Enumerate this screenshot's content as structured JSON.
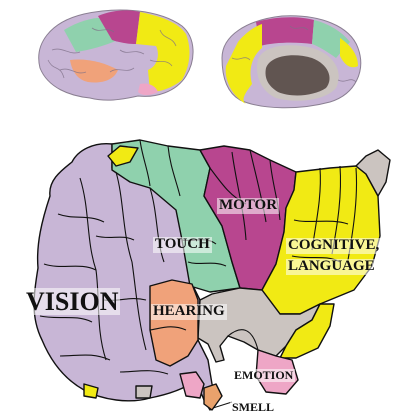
{
  "regions": [
    {
      "id": "vision",
      "label": "VISION",
      "color": "#c8b6d6"
    },
    {
      "id": "touch",
      "label": "TOUCH",
      "color": "#8fd1ad"
    },
    {
      "id": "motor",
      "label": "MOTOR",
      "color": "#b8468f"
    },
    {
      "id": "cognitive",
      "label_line1": "COGNITIVE,",
      "label_line2": "LANGUAGE",
      "color": "#f1ea14"
    },
    {
      "id": "hearing",
      "label": "HEARING",
      "color": "#f0a27a"
    },
    {
      "id": "emotion",
      "label": "EMOTION",
      "color": "#eea6c6"
    },
    {
      "id": "smell",
      "label": "SMELL",
      "color": "#e9a26c"
    }
  ],
  "colors": {
    "medial_wall": "#cbc4c0",
    "corpus_callosum": "#615551",
    "outline": "#111111"
  }
}
